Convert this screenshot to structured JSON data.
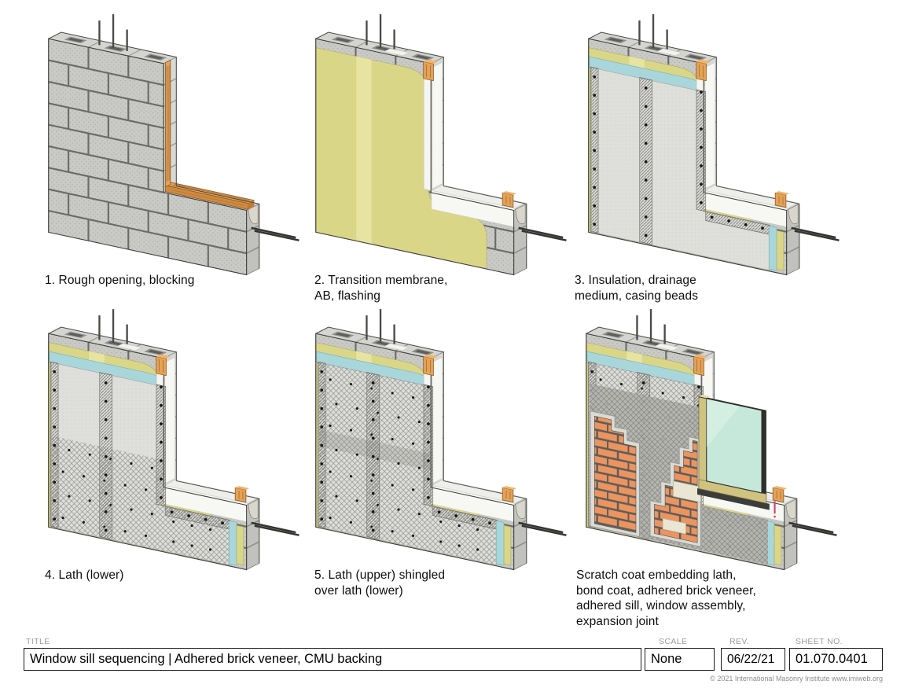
{
  "page": {
    "background": "#ffffff"
  },
  "panels": [
    {
      "label": "1. Rough opening, blocking",
      "features": [
        "cmu",
        "blocking-full"
      ]
    },
    {
      "label": "2. Transition membrane, AB, flashing",
      "features": [
        "cmu",
        "blocking-ends",
        "membrane",
        "flashing"
      ]
    },
    {
      "label": "3. Insulation, drainage medium, casing beads",
      "features": [
        "cmu",
        "blocking-ends",
        "membrane",
        "flashing",
        "drainage",
        "insulation",
        "casing-beads"
      ]
    },
    {
      "label": "4. Lath (lower)",
      "features": [
        "cmu",
        "blocking-ends",
        "membrane",
        "flashing",
        "drainage",
        "insulation",
        "casing-beads",
        "lath-lower"
      ]
    },
    {
      "label": "5. Lath (upper) shingled over lath (lower)",
      "features": [
        "cmu",
        "blocking-ends",
        "membrane",
        "flashing",
        "drainage",
        "insulation",
        "casing-beads",
        "lath-lower",
        "lath-upper"
      ]
    },
    {
      "label": "Scratch coat embedding lath, bond coat, adhered brick veneer, adhered sill, window assembly, expansion joint",
      "features": [
        "cmu",
        "blocking-ends",
        "membrane",
        "flashing",
        "drainage",
        "insulation",
        "casing-beads",
        "lath-lower",
        "lath-upper",
        "scratch-coat",
        "bond-coat",
        "brick-veneer",
        "adhered-sill",
        "window-assembly",
        "expansion-joint"
      ]
    }
  ],
  "titleblock": {
    "title_label": "TITLE",
    "title": "Window sill sequencing | Adhered brick veneer, CMU backing",
    "scale_label": "SCALE",
    "scale": "None",
    "rev_label": "REV.",
    "rev": "06/22/21",
    "sheet_label": "SHEET NO.",
    "sheet": "01.070.0401",
    "copyright": "© 2021 International Masonry Institute  www.imiweb.org"
  },
  "colors": {
    "cmu": "#c9c9c6",
    "cmuTop": "#d4d4d1",
    "cmuJamb": "#d8d8d5",
    "cmuSill": "#cfcfcc",
    "cmuEnd": "#c1c1be",
    "joint": "#6b6b68",
    "wood": "#e4a257",
    "woodDark": "#cf8a40",
    "grain": "#a86a2e",
    "membrane": "#d9d687",
    "membraneSeam": "#e9e5a6",
    "flashing": "#f5f5f2",
    "drainage": "#a9d6da",
    "insulation": "#dededb",
    "scratch": "#b2b2ae",
    "bond": "#dbdbd6",
    "brick": "#ec9460",
    "brickJoint": "#5d5d59",
    "sillStone": "#eae6d3",
    "frame": "#cfc37f",
    "glass": "#c6e8da",
    "rebar": "#4a4a48",
    "pipe": "#333331",
    "expansion": "#cc4477",
    "outline": "#3f3f3d"
  }
}
